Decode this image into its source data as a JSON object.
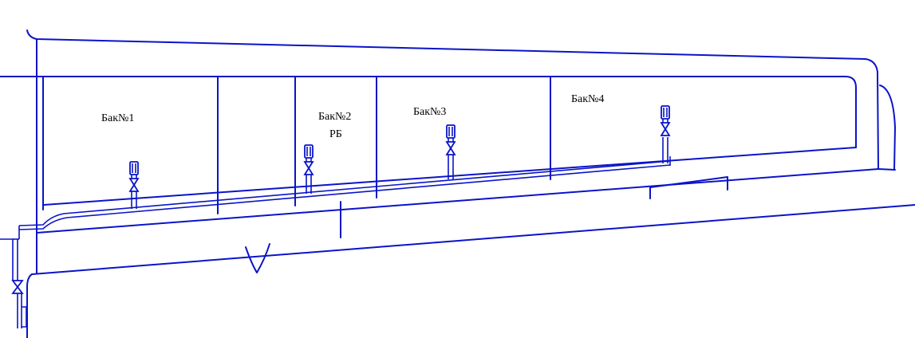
{
  "labels": {
    "tank1": "Бак№1",
    "tank2": "Бак№2",
    "tank2_sub": "РБ",
    "tank3": "Бак№3",
    "tank4": "Бак№4"
  },
  "colors": {
    "line": "#0a14c8",
    "text": "#000000",
    "background": "#ffffff"
  }
}
